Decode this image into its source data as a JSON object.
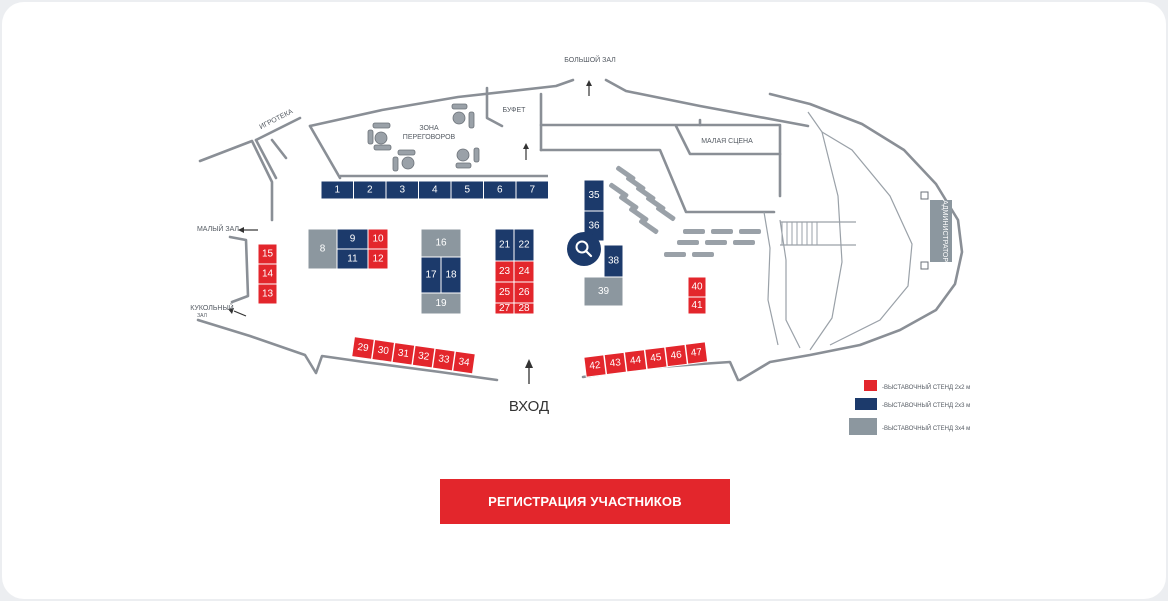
{
  "colors": {
    "red": "#e3262c",
    "navy": "#1c3a6b",
    "gray": "#8c979f",
    "wall": "#8a8f96",
    "furniture": "#9aa1a8"
  },
  "labels": {
    "big_hall": "БОЛЬШОЙ ЗАЛ",
    "game_room": "ИГРОТЕКА",
    "negotiation_zone_1": "ЗОНА",
    "negotiation_zone_2": "ПЕРЕГОВОРОВ",
    "buffet": "БУФЕТ",
    "small_stage": "МАЛАЯ СЦЕНА",
    "small_hall": "МАЛЫЙ ЗАЛ",
    "puppet_hall_1": "КУКОЛЬНЫЙ",
    "puppet_hall_2": "ЗАЛ",
    "entrance": "ВХОД",
    "administrator": "АДМИНИСТРАТОР"
  },
  "stands": {
    "row_top": [
      "1",
      "2",
      "3",
      "4",
      "5",
      "6",
      "7"
    ],
    "left_block": [
      "8",
      "9",
      "10",
      "11",
      "12"
    ],
    "left_wall": [
      "15",
      "14",
      "13"
    ],
    "center_block": [
      "16",
      "17",
      "18",
      "19"
    ],
    "center_right_block": [
      "21",
      "22",
      "23",
      "24",
      "25",
      "26",
      "27",
      "28"
    ],
    "right_block": [
      "35",
      "36",
      "38",
      "39"
    ],
    "pair_right": [
      "40",
      "41"
    ],
    "bottom_left": [
      "29",
      "30",
      "31",
      "32",
      "33",
      "34"
    ],
    "bottom_right": [
      "42",
      "43",
      "44",
      "45",
      "46",
      "47"
    ]
  },
  "legend": [
    {
      "color": "red",
      "text": "-ВЫСТАВОЧНЫЙ СТЕНД 2х2 м"
    },
    {
      "color": "navy",
      "text": "-ВЫСТАВОЧНЫЙ СТЕНД 2х3 м"
    },
    {
      "color": "gray",
      "text": "-ВЫСТАВОЧНЫЙ СТЕНД 3х4 м"
    }
  ],
  "register_button": "РЕГИСТРАЦИЯ УЧАСТНИКОВ"
}
